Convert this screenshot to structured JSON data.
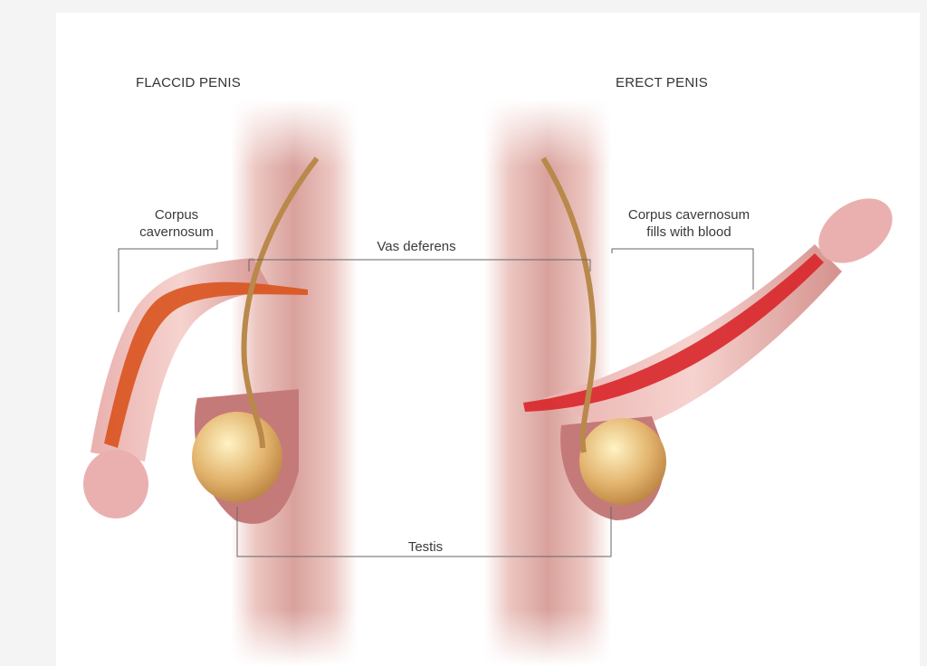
{
  "headings": {
    "left": "FLACCID PENIS",
    "right": "ERECT PENIS"
  },
  "labels": {
    "corpus_left_line1": "Corpus",
    "corpus_left_line2": "cavernosum",
    "vas_deferens": "Vas deferens",
    "corpus_right_line1": "Corpus cavernosum",
    "corpus_right_line2": "fills with blood",
    "testis": "Testis"
  },
  "colors": {
    "skin": "#d9a09a",
    "cavernosum_flaccid": "#d9531e",
    "cavernosum_erect": "#d8262a",
    "testis": "#d9b070",
    "vas": "#b8894a"
  }
}
